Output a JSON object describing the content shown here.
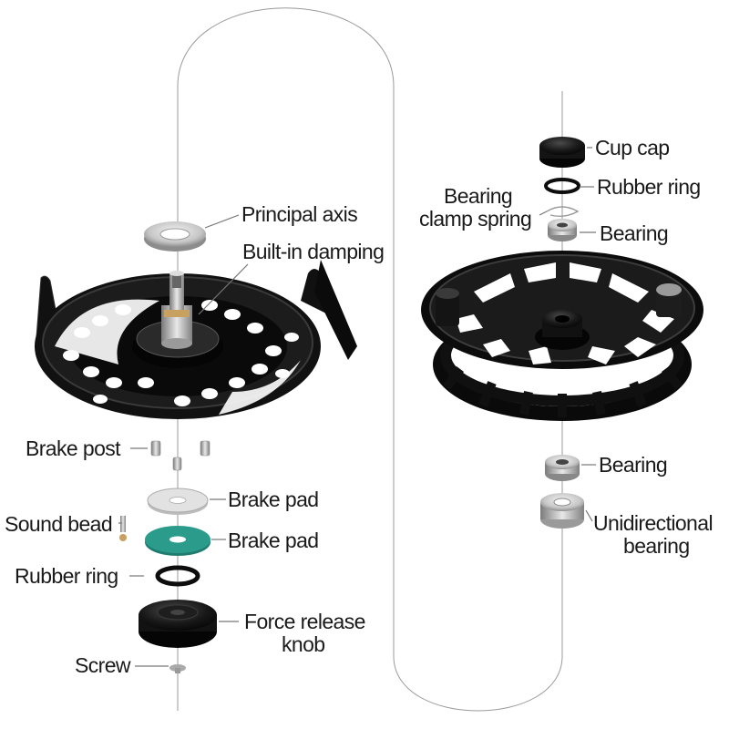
{
  "labels": {
    "principal_axis": "Principal axis",
    "builtin_damping": "Built-in damping",
    "brake_post": "Brake post",
    "brake_pad_1": "Brake pad",
    "sound_bead": "Sound bead",
    "brake_pad_2": "Brake pad",
    "rubber_ring_left": "Rubber ring",
    "force_release_line1": "Force release",
    "force_release_line2": "knob",
    "screw": "Screw",
    "cup_cap": "Cup cap",
    "rubber_ring_right": "Rubber ring",
    "bearing_clamp_line1": "Bearing",
    "bearing_clamp_line2": "clamp spring",
    "bearing_top": "Bearing",
    "bearing_bottom": "Bearing",
    "unidirectional_line1": "Unidirectional",
    "unidirectional_line2": "bearing"
  },
  "colors": {
    "metal_black": "#141414",
    "silver": "#c8c8c8",
    "teal_pad": "#2b9c8c",
    "brass": "#c8a060"
  }
}
